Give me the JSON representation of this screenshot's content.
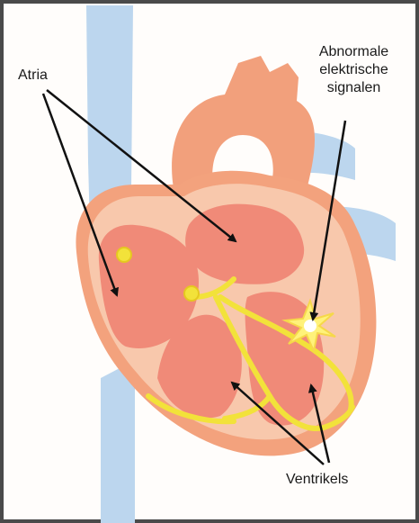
{
  "labels": {
    "atria": "Atria",
    "abnormal_line1": "Abnormale",
    "abnormal_line2": "elektrische",
    "abnormal_line3": "signalen",
    "ventricles": "Ventrikels"
  },
  "colors": {
    "vein_blue": "#b9d3ec",
    "heart_outer": "#f3a27d",
    "heart_wall": "#f8c9ad",
    "chamber": "#f08a78",
    "conduction": "#f2e23a",
    "spark": "#fff27a",
    "arrow": "#111111",
    "frame": "#4a4a4a"
  }
}
